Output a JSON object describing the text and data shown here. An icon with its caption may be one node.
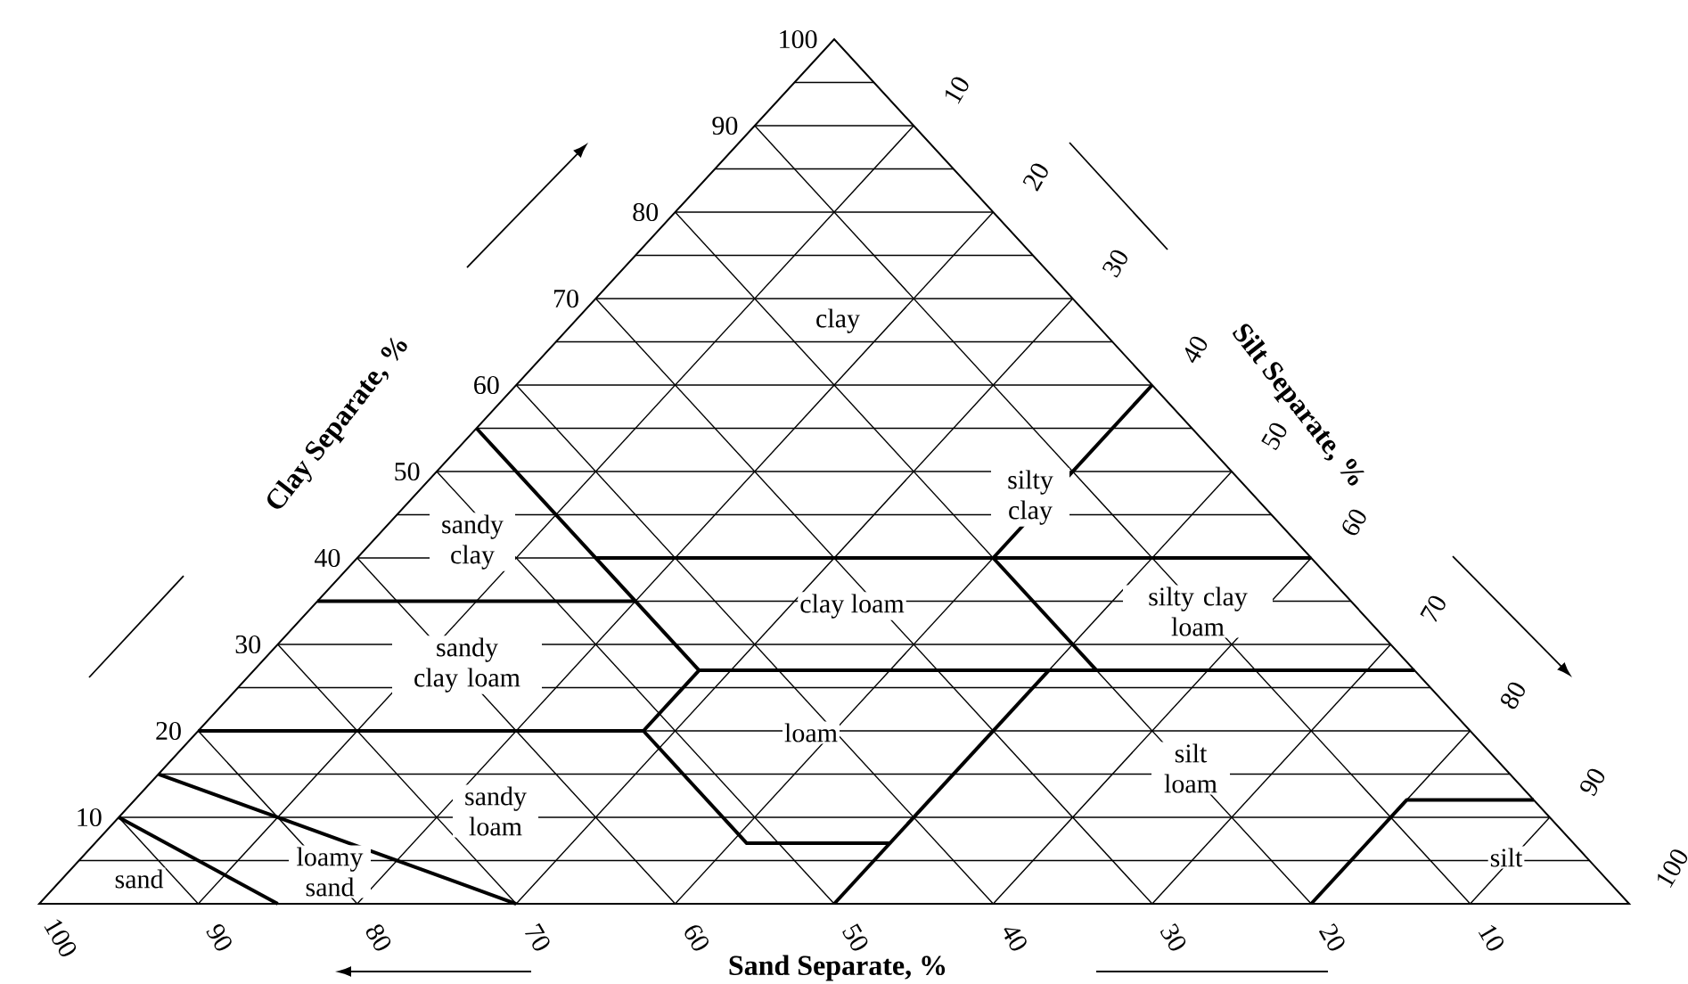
{
  "diagram": {
    "labels": [
      "100",
      "90",
      "80",
      "70",
      "60",
      "50",
      "40",
      "30",
      "20",
      "10",
      "Clay Separate, %",
      "10",
      "20",
      "30",
      "40",
      "50",
      "60",
      "70",
      "80",
      "90",
      "100",
      "Silt Separate, %",
      "clay",
      "silty clay",
      "sandy clay",
      "clay loam",
      "silty clay loam",
      "sandy clay loam",
      "loam",
      "silt loam",
      "sandy loam",
      "loamy sand",
      "sand",
      "silt",
      "100",
      "90",
      "80",
      "70",
      "60",
      "50",
      "40",
      "30",
      "20",
      "10",
      "Sand Separate, %"
    ]
  }
}
